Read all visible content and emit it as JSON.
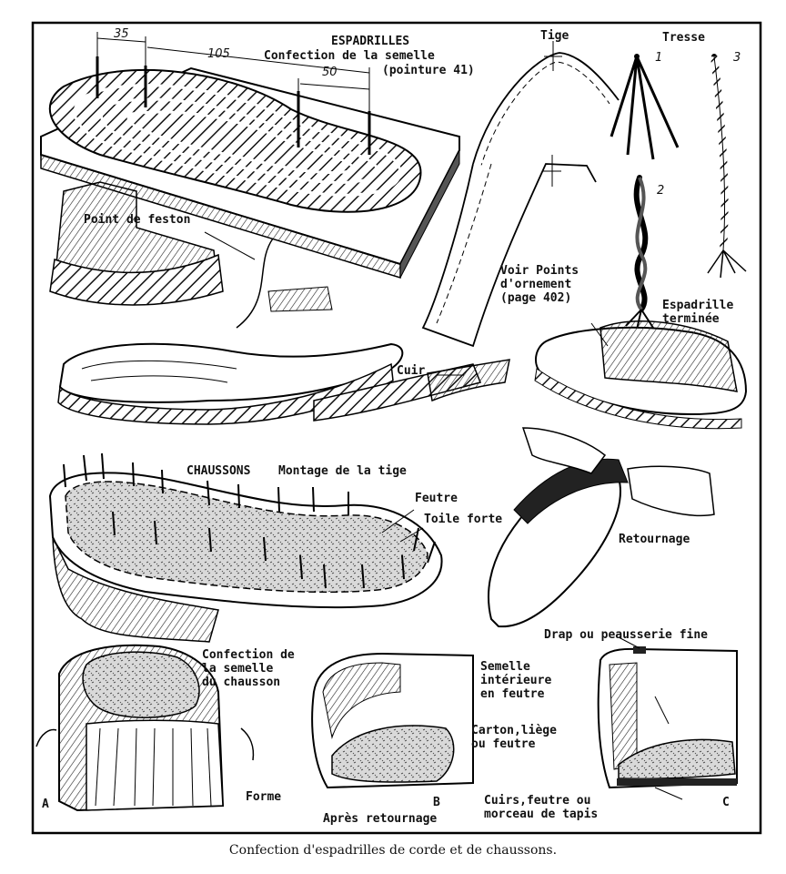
{
  "espadrilles": {
    "title": "ESPADRILLES",
    "subtitle": "Confection de la semelle",
    "size": "(pointure 41)",
    "dimensions": [
      "35",
      "105",
      "50"
    ],
    "point_de_feston": "Point de feston",
    "cuir": "Cuir"
  },
  "tige": "Tige",
  "tresse": {
    "title": "Tresse",
    "steps": [
      "1",
      "2",
      "3"
    ]
  },
  "voir_points": "Voir Points\nd'ornement\n(page 402)",
  "espadrille_terminee": "Espadrille\nterminée",
  "chaussons": {
    "title": "CHAUSSONS",
    "subtitle": "Montage de la tige",
    "feutre": "Feutre",
    "toile_forte": "Toile forte",
    "retournage": "Retournage",
    "confection_semelle": "Confection de\nla semelle\ndu chausson",
    "forme": "Forme",
    "apres_retournage": "Après retournage",
    "drap": "Drap ou peausserie fine",
    "semelle_interieure": "Semelle\nintérieure\nen feutre",
    "carton": "Carton,liège\nou feutre",
    "cuirs": "Cuirs,feutre ou\nmorceau de tapis",
    "letters": [
      "A",
      "B",
      "C"
    ]
  },
  "caption": "Confection d'espadrilles de corde et de chaussons."
}
